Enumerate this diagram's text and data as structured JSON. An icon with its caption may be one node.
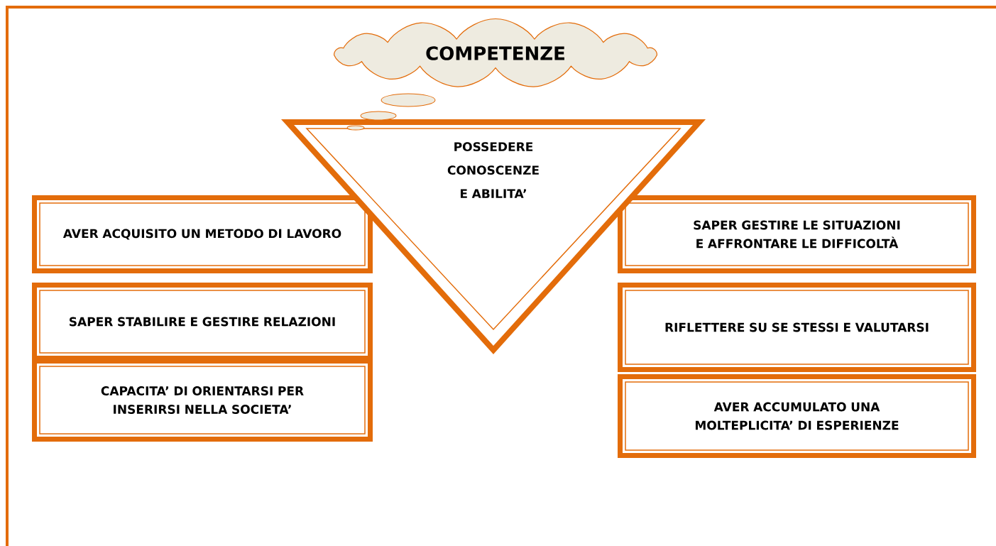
{
  "diagram": {
    "nodes": [
      {
        "text": [
          "COMPETENZE"
        ]
      },
      {
        "text": [
          "POSSEDERE CONOSCENZE E ABILITA’"
        ]
      },
      {
        "text": [
          "AVER ACQUISITO UN METODO DI LAVORO"
        ]
      },
      {
        "text": [
          "SAPER STABILIRE E GESTIRE RELAZIONI"
        ]
      },
      {
        "text": [
          "CAPACITA’ DI ORIENTARSI PER INSERIRSI NELLA SOCIETA’"
        ]
      },
      {
        "text": [
          "SAPER GESTIRE LE SITUAZIONI E AFFRONTARE LE DIFFICOLTÀ"
        ]
      },
      {
        "text": [
          "RIFLETTERE SU SE STESSI E VALUTARSI"
        ]
      },
      {
        "text": [
          "AVER ACCUMULATO UNA MOLTEPLICITA’ DI ESPERIENZE"
        ]
      }
    ]
  }
}
